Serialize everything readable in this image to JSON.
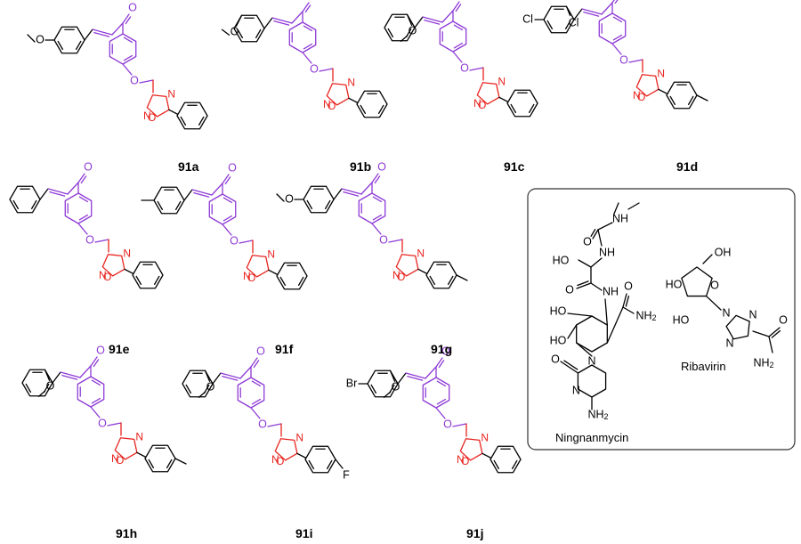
{
  "compounds": [
    {
      "label": "91a",
      "subst": "4-OMe",
      "tail": "Ph"
    },
    {
      "label": "91b",
      "subst": "3-OMe",
      "tail": "Ph"
    },
    {
      "label": "91c",
      "subst": "2-OMe",
      "tail": "Ph"
    },
    {
      "label": "91d",
      "subst": "2,4-Cl",
      "tail": "4-Me-Ph"
    },
    {
      "label": "91e",
      "subst": "H",
      "tail": "Ph"
    },
    {
      "label": "91f",
      "subst": "4-Me",
      "tail": "Ph"
    },
    {
      "label": "91g",
      "subst": "4-OMe",
      "tail": "4-Me-Ph"
    },
    {
      "label": "91h",
      "subst": "2-OMe",
      "tail": "4-Me-Ph"
    },
    {
      "label": "91i",
      "subst": "2-OMe",
      "tail": "4-F-Ph"
    },
    {
      "label": "91j",
      "subst": "2-OMe-4-Br",
      "tail": "Ph"
    }
  ],
  "atoms": {
    "O": "O",
    "N": "N",
    "Cl": "Cl",
    "Br": "Br",
    "F": "F",
    "OMe_bond_label": "O"
  },
  "references": {
    "ningnanmycin": "Ningnanmycin",
    "ribavirin": "Ribavirin",
    "labels": {
      "HO": "HO",
      "OH": "OH",
      "NH": "NH",
      "NH2": "NH",
      "sub2": "2",
      "N": "N",
      "O": "O"
    }
  },
  "colors": {
    "chalcone_linker": "#8e3ad6",
    "oxadiazole": "#e8231e",
    "skeleton": "#000000"
  }
}
